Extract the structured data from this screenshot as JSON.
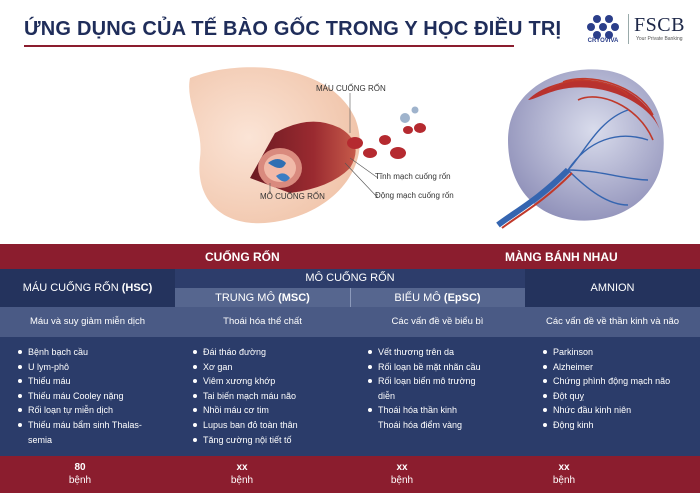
{
  "header": {
    "title": "ỨNG DỤNG CỦA TẾ BÀO GỐC TRONG Y HỌC ĐIỀU TRỊ",
    "logo_cryo": "CRYOVIVA",
    "logo_fscb": "FSCB",
    "logo_fscb_sub": "Your Private Banking"
  },
  "illustration": {
    "labels": {
      "mau_cuong_ron": "MÁU CUỐNG RỐN",
      "mo_cuong_ron": "MÔ CUỐNG RỐN",
      "tinh_mach": "Tĩnh mạch cuống rốn",
      "dong_mach": "Động mạch cuống rốn"
    }
  },
  "table": {
    "cuong_ron": "CUỐNG RỐN",
    "mang_banh_nhau": "MÀNG BÁNH NHAU",
    "mo_cuong_ron": "MÔ CUỐNG RỐN",
    "mau_cuong_ron": "MÁU CUỐNG RỐN",
    "mau_cuong_ron_abbr": "(HSC)",
    "trung_mo": "TRUNG MÔ",
    "trung_mo_abbr": "(MSC)",
    "bieu_mo": "BIỂU MÔ",
    "bieu_mo_abbr": "(EpSC)",
    "amnion": "AMNION",
    "categories": [
      "Máu và suy giảm miễn dịch",
      "Thoái hóa thể chất",
      "Các vấn đề về biểu bì",
      "Các vấn đề về thần kinh và não"
    ],
    "col1": [
      "Bệnh bạch cầu",
      "U lym-phô",
      "Thiếu máu",
      "Thiếu máu Cooley nặng",
      "Rối loạn tự miễn dịch",
      "Thiếu máu bẩm sinh Thalas-",
      "semia"
    ],
    "col2": [
      "Đái tháo đường",
      "Xơ gan",
      "Viêm xương khớp",
      "Tai biến mạch máu não",
      "Nhồi máu cơ tim",
      "Lupus ban đỏ toàn thân",
      "Tăng cường nội tiết tố"
    ],
    "col3": [
      "Vết thương trên da",
      "Rối loạn bề mặt nhãn cầu",
      "Rối loạn biến mô trường",
      "diễn",
      "Thoái hóa thần kinh",
      "Thoái hóa điểm vàng"
    ],
    "col4": [
      "Parkinson",
      "Alzheimer",
      "Chứng phình động mạch não",
      "Đột quỵ",
      "Nhức đầu kinh niên",
      "Động kinh"
    ],
    "footer": [
      {
        "n": "80",
        "unit": "bệnh"
      },
      {
        "n": "xx",
        "unit": "bệnh"
      },
      {
        "n": "xx",
        "unit": "bệnh"
      },
      {
        "n": "xx",
        "unit": "bệnh"
      }
    ]
  },
  "colors": {
    "maroon": "#8b1d2e",
    "navy": "#24335d",
    "slate": "#4a5a85",
    "title": "#1f2d5a"
  }
}
